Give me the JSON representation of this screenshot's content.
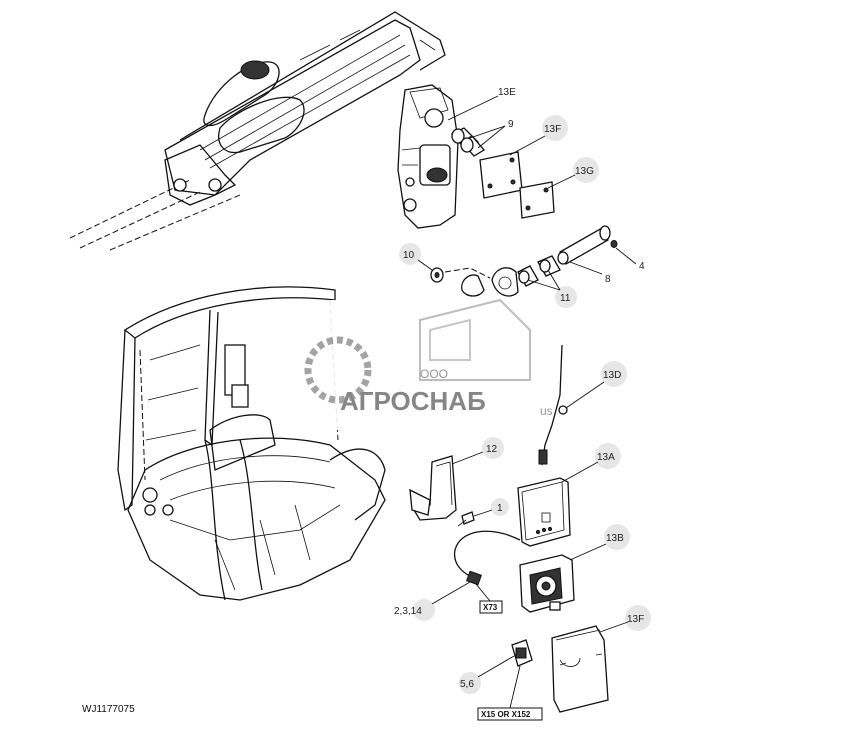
{
  "diagram": {
    "code": "WJ1177075",
    "callouts": {
      "c13E": "13E",
      "c9": "9",
      "c13F_top": "13F",
      "c13G": "13G",
      "c10": "10",
      "c4": "4",
      "c8": "8",
      "c11": "11",
      "c13D": "13D",
      "c12": "12",
      "c13A": "13A",
      "c1": "1",
      "c13B": "13B",
      "c2314": "2,3,14",
      "c13F_bottom": "13F",
      "c56": "5,6"
    },
    "connectors": {
      "x73": "X73",
      "x15": "X15 OR X152"
    }
  },
  "watermark": {
    "prefix": "ООО",
    "brand": "АГРОСНАБ",
    "suffix": "us"
  }
}
